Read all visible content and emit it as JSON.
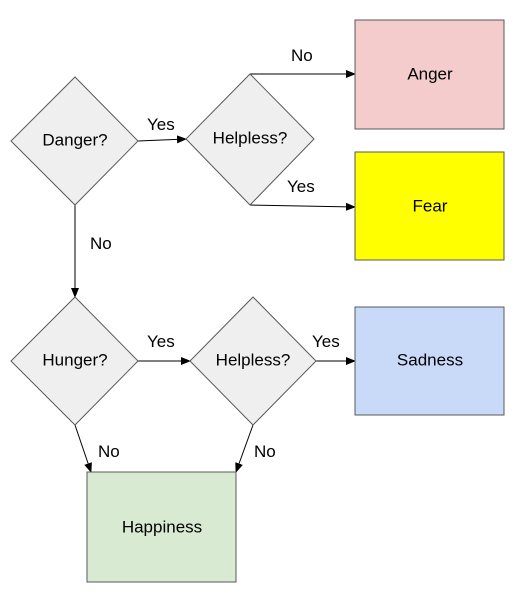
{
  "nodes": {
    "danger": {
      "label": "Danger?"
    },
    "helpless_top": {
      "label": "Helpless?"
    },
    "hunger": {
      "label": "Hunger?"
    },
    "helpless_bottom": {
      "label": "Helpless?"
    },
    "anger": {
      "label": "Anger",
      "color": "#f4cccc"
    },
    "fear": {
      "label": "Fear",
      "color": "#ffff00"
    },
    "sadness": {
      "label": "Sadness",
      "color": "#c9daf8"
    },
    "happiness": {
      "label": "Happiness",
      "color": "#d9ead3"
    }
  },
  "edges": {
    "danger_to_helpless": {
      "label": "Yes"
    },
    "helpless_to_anger": {
      "label": "No"
    },
    "helpless_to_fear": {
      "label": "Yes"
    },
    "danger_to_hunger": {
      "label": "No"
    },
    "hunger_to_helpless": {
      "label": "Yes"
    },
    "helpless_to_sadness": {
      "label": "Yes"
    },
    "hunger_to_happiness": {
      "label": "No"
    },
    "helpless_to_happiness": {
      "label": "No"
    }
  }
}
